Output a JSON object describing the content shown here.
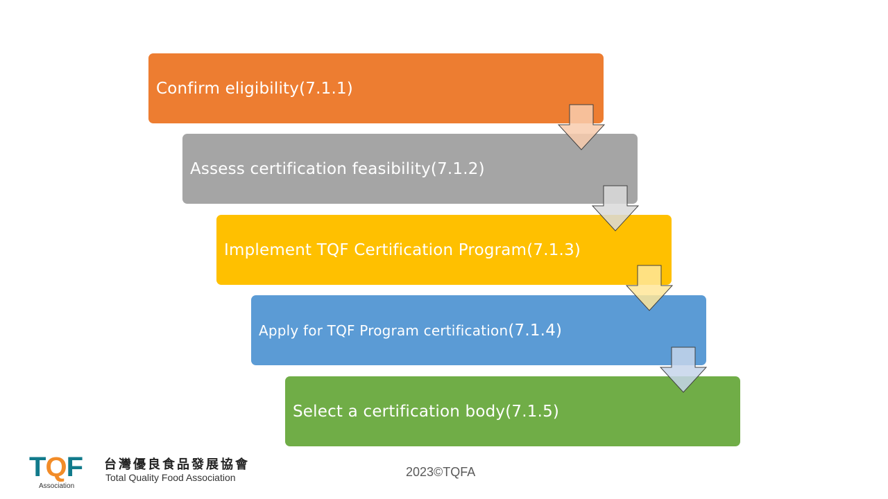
{
  "steps": [
    {
      "text": "Confirm eligibility",
      "ref": "(7.1.1)",
      "color": "#ed7d31"
    },
    {
      "text": "Assess certification  feasibility",
      "ref": "(7.1.2)",
      "color": "#a5a5a5"
    },
    {
      "text": "Implement TQF Certification  Program",
      "ref": "(7.1.3)",
      "color": "#ffc000"
    },
    {
      "text": "Apply for TQF Program certification",
      "ref": "(7.1.4)",
      "color": "#5b9bd5"
    },
    {
      "text": "Select a certification  body",
      "ref": "(7.1.5)",
      "color": "#70ad47"
    }
  ],
  "arrows": [
    {
      "icon": "down-arrow-icon",
      "fill": "#f8cbad"
    },
    {
      "icon": "down-arrow-icon",
      "fill": "#d9d9d9"
    },
    {
      "icon": "down-arrow-icon",
      "fill": "#ffe699"
    },
    {
      "icon": "down-arrow-icon",
      "fill": "#c5d5ea"
    }
  ],
  "logo": {
    "t": "T",
    "q": "Q",
    "f": "F",
    "association": "Association",
    "name_cn": "台灣優良食品發展協會",
    "name_en": "Total Quality Food Association"
  },
  "footer": "2023©TQFA"
}
